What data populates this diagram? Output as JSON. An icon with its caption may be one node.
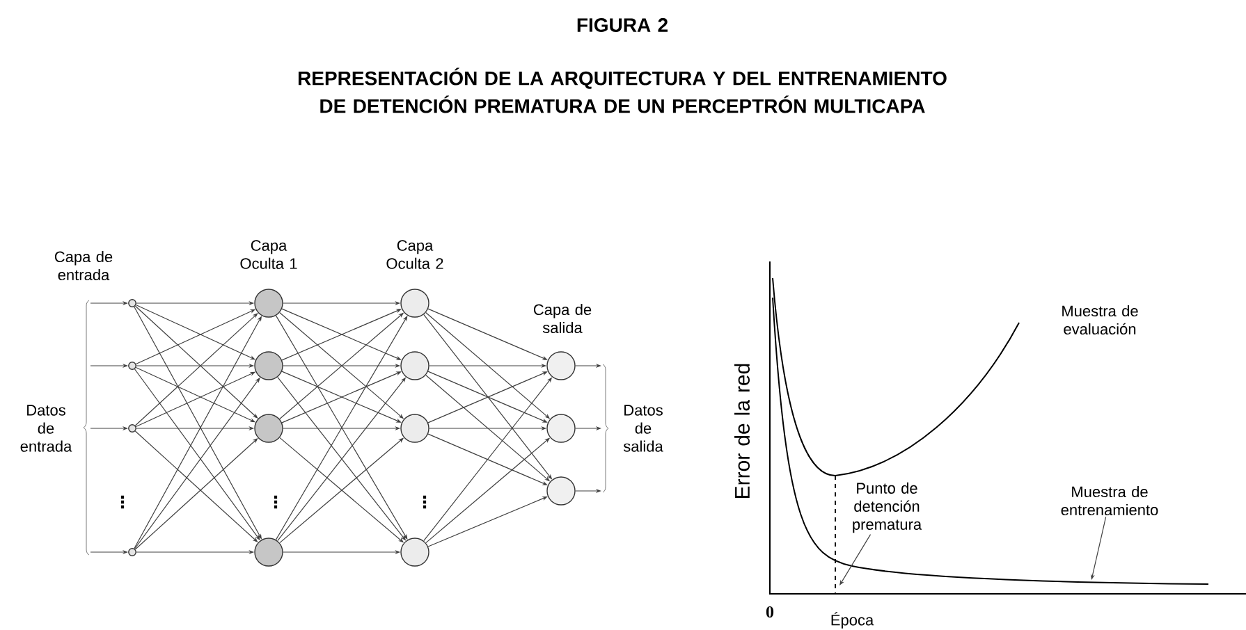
{
  "diagram": {
    "title": "REPRESENTACIÓN DE LA ARQUITECTURA Y DEL ENTRENAMIENTO DE DETENCIÓN PREMATURA DE UN PERCEPTRÓN MULTICAPA",
    "nodes": [
      {
        "text": [],
        "shape": "circle"
      },
      {
        "text": [],
        "shape": "circle"
      },
      {
        "text": [],
        "shape": "circle"
      },
      {
        "text": [],
        "shape": "circle"
      },
      {
        "text": [],
        "shape": "circle"
      },
      {
        "text": [],
        "shape": "circle"
      },
      {
        "text": [],
        "shape": "circle"
      },
      {
        "text": [],
        "shape": "circle"
      },
      {
        "text": [],
        "shape": "circle"
      },
      {
        "text": [],
        "shape": "circle"
      },
      {
        "text": [],
        "shape": "circle"
      },
      {
        "text": [],
        "shape": "circle"
      },
      {
        "text": [],
        "shape": "circle"
      },
      {
        "text": [],
        "shape": "circle"
      },
      {
        "text": [],
        "shape": "circle"
      },
      {
        "text": [
          "Punto de detención prematura"
        ]
      },
      {
        "text": [
          "Muestra de entrenamiento"
        ]
      }
    ],
    "edges": [
      {
        "from": null,
        "to": 0,
        "arrow": "to"
      },
      {
        "from": null,
        "to": 1,
        "arrow": "to"
      },
      {
        "from": null,
        "to": 2,
        "arrow": "to"
      },
      {
        "from": null,
        "to": 3,
        "arrow": "to"
      },
      {
        "from": 0,
        "to": 4,
        "arrow": "to"
      },
      {
        "from": 0,
        "to": 5,
        "arrow": "to"
      },
      {
        "from": 0,
        "to": 6,
        "arrow": "to"
      },
      {
        "from": 0,
        "to": 7,
        "arrow": "to"
      },
      {
        "from": 1,
        "to": 4,
        "arrow": "to"
      },
      {
        "from": 1,
        "to": 5,
        "arrow": "to"
      },
      {
        "from": 1,
        "to": 6,
        "arrow": "to"
      },
      {
        "from": 1,
        "to": 7,
        "arrow": "to"
      },
      {
        "from": 2,
        "to": 4,
        "arrow": "to"
      },
      {
        "from": 2,
        "to": 5,
        "arrow": "to"
      },
      {
        "from": 2,
        "to": 6,
        "arrow": "to"
      },
      {
        "from": 2,
        "to": 7,
        "arrow": "to"
      },
      {
        "from": 3,
        "to": 4,
        "arrow": "to"
      },
      {
        "from": 3,
        "to": 5,
        "arrow": "to"
      },
      {
        "from": 3,
        "to": 6,
        "arrow": "to"
      },
      {
        "from": 3,
        "to": 7,
        "arrow": "to"
      },
      {
        "from": 4,
        "to": 8,
        "arrow": "to"
      },
      {
        "from": 4,
        "to": 9,
        "arrow": "to"
      },
      {
        "from": 4,
        "to": 10,
        "arrow": "to"
      },
      {
        "from": 4,
        "to": 11,
        "arrow": "to"
      },
      {
        "from": 5,
        "to": 8,
        "arrow": "to"
      },
      {
        "from": 5,
        "to": 9,
        "arrow": "to"
      },
      {
        "from": 5,
        "to": 10,
        "arrow": "to"
      },
      {
        "from": 5,
        "to": 11,
        "arrow": "to"
      },
      {
        "from": 6,
        "to": 8,
        "arrow": "to"
      },
      {
        "from": 6,
        "to": 9,
        "arrow": "to"
      },
      {
        "from": 6,
        "to": 10,
        "arrow": "to"
      },
      {
        "from": 6,
        "to": 11,
        "arrow": "to"
      },
      {
        "from": 7,
        "to": 8,
        "arrow": "to"
      },
      {
        "from": 7,
        "to": 9,
        "arrow": "to"
      },
      {
        "from": 7,
        "to": 10,
        "arrow": "to"
      },
      {
        "from": 7,
        "to": 11,
        "arrow": "to"
      },
      {
        "from": 8,
        "to": 12,
        "arrow": "to"
      },
      {
        "from": 8,
        "to": 13,
        "arrow": "to"
      },
      {
        "from": 8,
        "to": 14,
        "arrow": "to"
      },
      {
        "from": 9,
        "to": 12,
        "arrow": "to"
      },
      {
        "from": 9,
        "to": 13,
        "arrow": "to"
      },
      {
        "from": 9,
        "to": 14,
        "arrow": "to"
      },
      {
        "from": 10,
        "to": 12,
        "arrow": "to"
      },
      {
        "from": 10,
        "to": 13,
        "arrow": "to"
      },
      {
        "from": 10,
        "to": 14,
        "arrow": "to"
      },
      {
        "from": 11,
        "to": 12,
        "arrow": "to"
      },
      {
        "from": 11,
        "to": 13,
        "arrow": "to"
      },
      {
        "from": 11,
        "to": 14,
        "arrow": "to"
      },
      {
        "from": 12,
        "to": null,
        "arrow": "to"
      },
      {
        "from": 13,
        "to": null,
        "arrow": "to"
      },
      {
        "from": 14,
        "to": null,
        "arrow": "to"
      },
      {
        "from": 15,
        "to": null,
        "arrow": "to"
      },
      {
        "from": 16,
        "to": null,
        "arrow": "to"
      }
    ],
    "labels": [
      "FIGURA 2",
      "Capa de entrada",
      "Capa Oculta 1",
      "Capa Oculta 2",
      "Capa de salida",
      "Datos de entrada",
      "Datos de salida",
      "⋮",
      "⋮",
      "⋮",
      "Muestra de evaluación",
      "Error de la red",
      "0",
      "Época"
    ]
  }
}
